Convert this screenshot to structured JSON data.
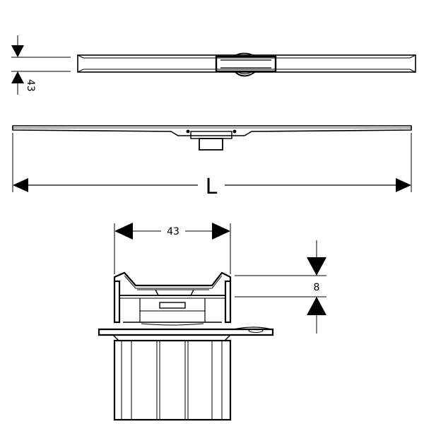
{
  "colors": {
    "line": "#000000",
    "background": "#ffffff"
  },
  "dimensions": {
    "top_height": "43",
    "total_length": "L",
    "section_width": "43",
    "cover_height": "8"
  }
}
